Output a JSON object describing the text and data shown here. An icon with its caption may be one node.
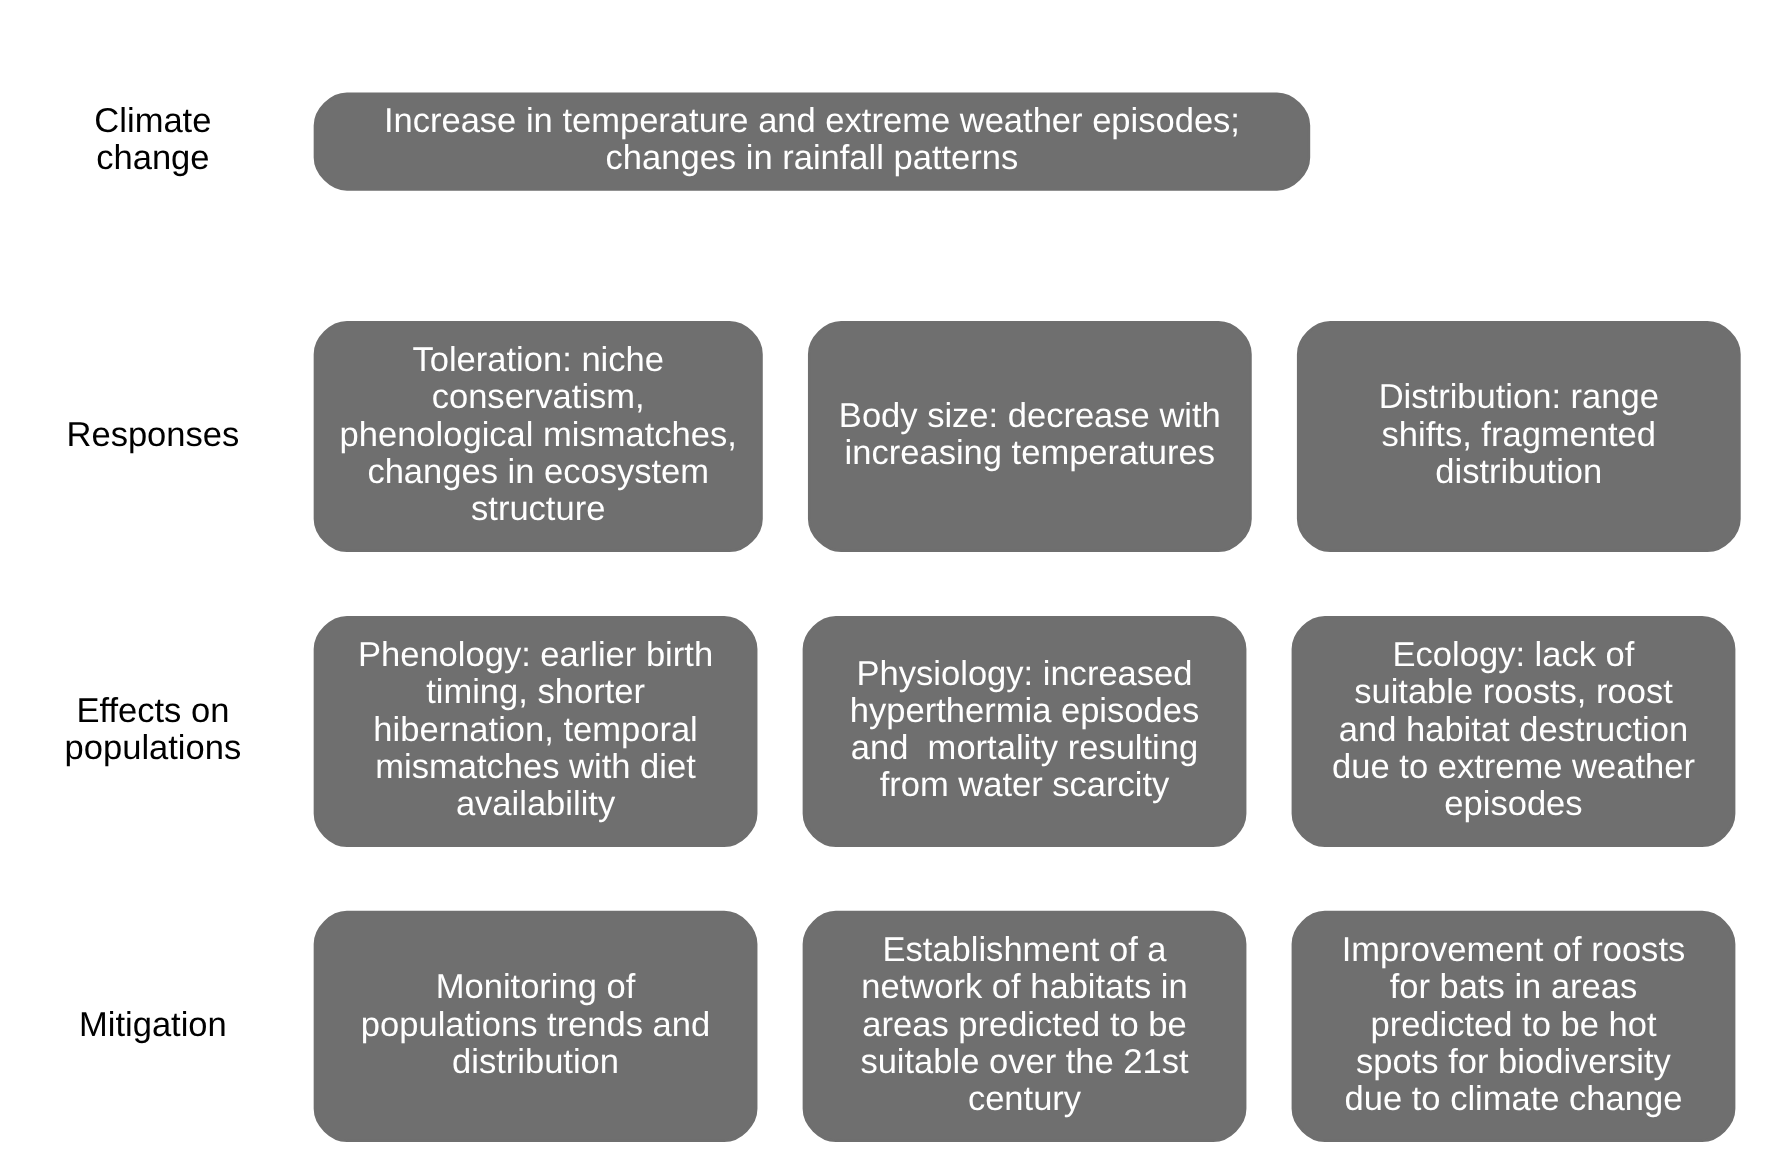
{
  "diagram": {
    "nodes": [
      {
        "text": [
          "Increase in temperature and extreme weather episodes; changes in rainfall patterns"
        ]
      },
      {
        "text": [
          "Toleration: niche conservatism, phenological mismatches, changes in ecosystem structure"
        ]
      },
      {
        "text": [
          "Body size: decrease with increasing temperatures"
        ]
      },
      {
        "text": [
          "Distribution: range shifts, fragmented distribution"
        ]
      },
      {
        "text": [
          "Phenology: earlier birth timing, shorter hibernation, temporal mismatches with diet availability"
        ]
      },
      {
        "text": [
          "Physiology: increased hyperthermia episodes and  mortality resulting from water scarcity"
        ]
      },
      {
        "text": [
          "Ecology: lack of suitable roosts, roost and habitat destruction due to extreme weather episodes"
        ]
      },
      {
        "text": [
          "Monitoring of populations trends and distribution"
        ]
      },
      {
        "text": [
          "Establishment of a network of habitats in areas predicted to be suitable over the 21st century"
        ]
      },
      {
        "text": [
          "Improvement of roosts for bats in areas predicted to be hot spots for biodiversity due to climate change"
        ]
      }
    ],
    "labels": [
      "Climate change",
      "Responses",
      "Effects on populations",
      "Mitigation"
    ]
  }
}
